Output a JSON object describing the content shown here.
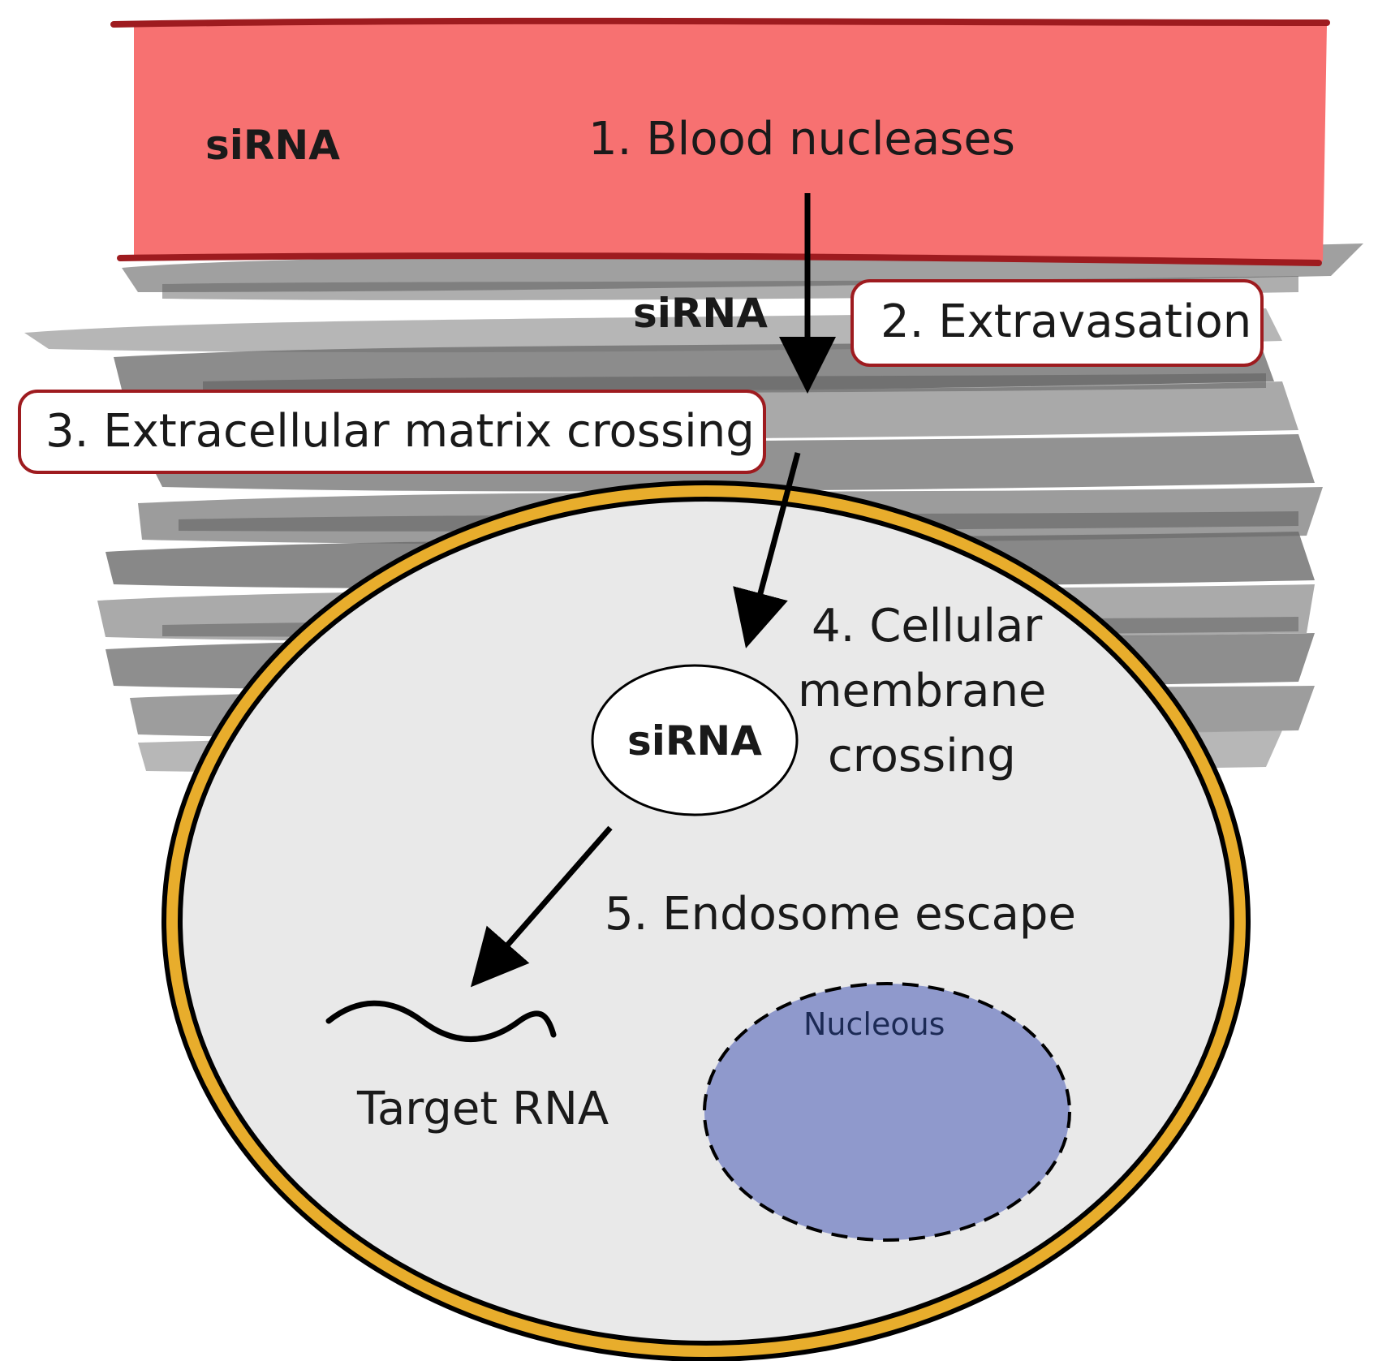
{
  "colors": {
    "blood_vessel": "#f77171",
    "vessel_border": "#9e1b1f",
    "cell_membrane": "#e8ad2c",
    "cytoplasm": "#e9e9e9",
    "nucleus": "#8f99cc",
    "box_border": "#9e1b1f"
  },
  "labels": {
    "sirna_blood": "siRNA",
    "step1": "1. Blood nucleases",
    "sirna_matrix": "siRNA",
    "step2": "2. Extravasation",
    "step3": "3. Extracellular matrix crossing",
    "step4_line1": "4. Cellular",
    "step4_line2": "membrane",
    "step4_line3": "crossing",
    "sirna_cell": "siRNA",
    "step5": "5. Endosome escape",
    "nucleus": "Nucleous",
    "target": "Target RNA"
  },
  "icons": {
    "arrows": "arrow-icon",
    "target_rna": "rna-strand-icon"
  }
}
